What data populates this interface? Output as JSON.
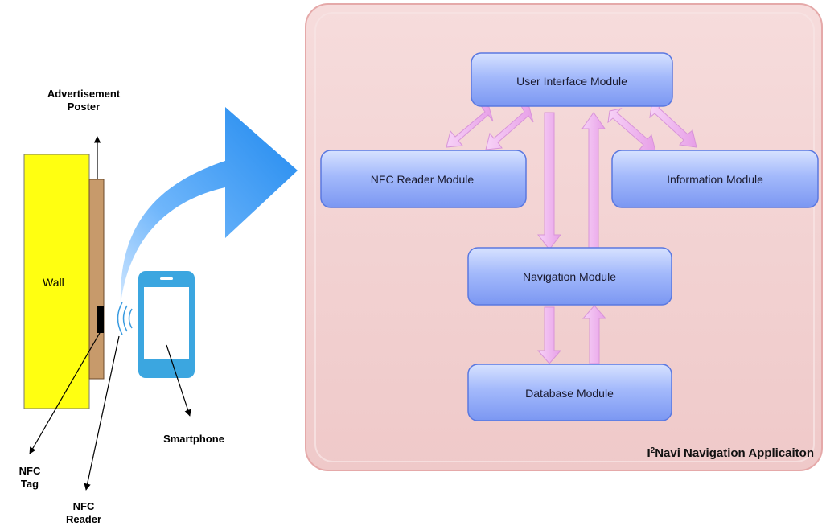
{
  "left_scene": {
    "poster_label_line1": "Advertisement",
    "poster_label_line2": "Poster",
    "wall_label": "Wall",
    "nfc_tag_line1": "NFC",
    "nfc_tag_line2": "Tag",
    "nfc_reader_line1": "NFC",
    "nfc_reader_line2": "Reader",
    "smartphone_label": "Smartphone"
  },
  "app": {
    "title_prefix": "I",
    "title_superscript": "2",
    "title_rest": "Navi Navigation Applicaiton",
    "modules": {
      "ui": "User Interface Module",
      "nfc_reader": "NFC Reader Module",
      "information": "Information Module",
      "navigation": "Navigation Module",
      "database": "Database Module"
    }
  },
  "colors": {
    "wall": "#ffff11",
    "poster": "#c79a6b",
    "phone": "#3ba6e0",
    "big_arrow": "#2f95ee",
    "module_fill": "#8ea8f5",
    "module_border": "#5a78e0",
    "connector_arrow": "#efb3ef",
    "app_background": "#f2cfcf",
    "app_border": "#e5a9a9"
  }
}
